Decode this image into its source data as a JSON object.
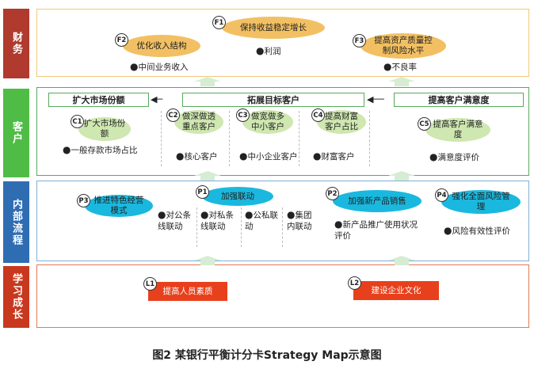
{
  "perspectives": [
    {
      "label": "财务"
    },
    {
      "label": "客户"
    },
    {
      "label": "内部流程"
    },
    {
      "label": "学习成长"
    }
  ],
  "financial": {
    "f1": {
      "badge": "F1",
      "title": "保持收益稳定增长",
      "metric": "利润"
    },
    "f2": {
      "badge": "F2",
      "title": "优化收入结构",
      "metric": "中间业务收入"
    },
    "f3": {
      "badge": "F3",
      "title": "提高资产质量控制风险水平",
      "metric": "不良率"
    }
  },
  "customer": {
    "header_left": "扩大市场份额",
    "header_mid": "拓展目标客户",
    "header_right": "提高客户满意度",
    "c1": {
      "badge": "C1",
      "title": "扩大市场份额",
      "metric": "一般存款市场占比"
    },
    "c2": {
      "badge": "C2",
      "title": "做深做透重点客户",
      "metric": "核心客户"
    },
    "c3": {
      "badge": "C3",
      "title": "做宽做多中小客户",
      "metric": "中小企业客户"
    },
    "c4": {
      "badge": "C4",
      "title": "提高财富客户占比",
      "metric": "财富客户"
    },
    "c5": {
      "badge": "C5",
      "title": "提高客户满意度",
      "metric": "满意度评价"
    }
  },
  "internal": {
    "p1": {
      "badge": "P1",
      "title": "加强联动"
    },
    "p2": {
      "badge": "P2",
      "title": "加强新产品销售",
      "metric": "新产品推广使用状况评价"
    },
    "p3": {
      "badge": "P3",
      "title": "推进特色经营模式"
    },
    "p4": {
      "badge": "P4",
      "title": "强化全面风险管理",
      "metric": "风险有效性评价"
    },
    "m1": "对公条线联动",
    "m2": "对私条线联动",
    "m3": "公私联动",
    "m4": "集团内联动"
  },
  "learning": {
    "l1": {
      "badge": "L1",
      "title": "提高人员素质"
    },
    "l2": {
      "badge": "L2",
      "title": "建设企业文化"
    }
  },
  "caption": "图2 某银行平衡计分卡Strategy Map示意图",
  "colors": {
    "financial_bar": "#b03a2e",
    "customer_bar": "#4fbd45",
    "internal_bar": "#2f6db3",
    "learning_bar": "#c8381e",
    "financial_border": "#f2c87a",
    "customer_border": "#5aa95c",
    "internal_border": "#7fb0d6",
    "learning_border": "#e07a52",
    "gold": "#f2c063",
    "green_ellipse": "#cfe7b0",
    "cyan": "#1ab8de",
    "orange_rect": "#e8401c"
  }
}
